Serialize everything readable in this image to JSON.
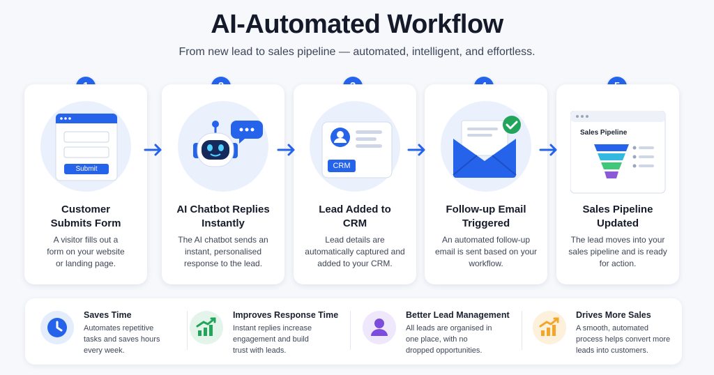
{
  "header": {
    "title": "AI-Automated Workflow",
    "subtitle": "From new lead to sales pipeline — automated, intelligent, and effortless."
  },
  "steps": [
    {
      "number": "1",
      "title": "Customer Submits Form",
      "description": "A visitor fills out a form on your website or landing page.",
      "button_label": "Submit"
    },
    {
      "number": "2",
      "title": "AI Chatbot Replies Instantly",
      "description": "The AI chatbot sends an instant, personalised response to the lead."
    },
    {
      "number": "3",
      "title": "Lead Added to CRM",
      "description": "Lead details are automatically captured and added to your CRM.",
      "badge_label": "CRM"
    },
    {
      "number": "4",
      "title": "Follow-up Email Triggered",
      "description": "An automated follow-up email is sent based on your workflow."
    },
    {
      "number": "5",
      "title": "Sales Pipeline Updated",
      "description": "The lead moves into your sales pipeline and is ready for action.",
      "panel_label": "Sales Pipeline"
    }
  ],
  "benefits": [
    {
      "title": "Saves Time",
      "description": "Automates repetitive tasks and saves hours every week.",
      "icon": "clock-icon",
      "color": "#2563eb"
    },
    {
      "title": "Improves Response Time",
      "description": "Instant replies increase engagement and build trust with leads.",
      "icon": "growth-chart-icon",
      "color": "#22a55b"
    },
    {
      "title": "Better Lead Management",
      "description": "All leads are organised in one place, with no dropped opportunities.",
      "icon": "person-icon",
      "color": "#7c4ddb"
    },
    {
      "title": "Drives More Sales",
      "description": "A smooth, automated process helps convert more leads into customers.",
      "icon": "sales-chart-icon",
      "color": "#f4a62a"
    }
  ],
  "colors": {
    "accent": "#2563eb",
    "success": "#22a55b",
    "background": "#f6f8fc"
  }
}
